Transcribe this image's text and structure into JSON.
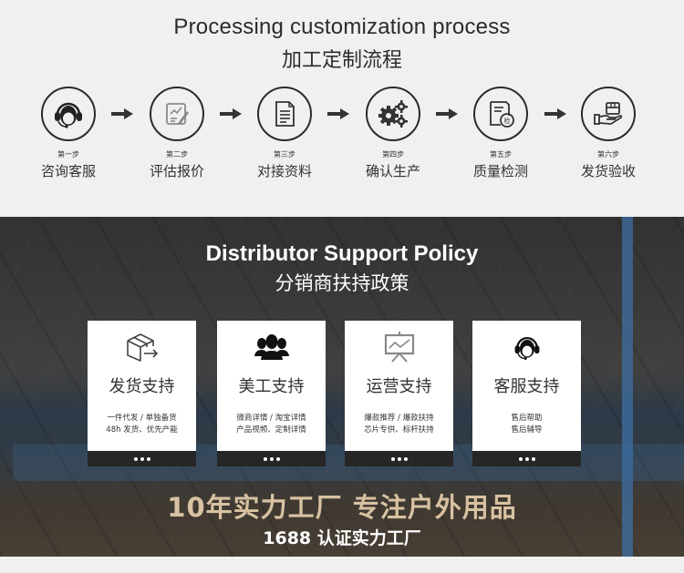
{
  "process": {
    "title_en": "Processing customization process",
    "title_zh": "加工定制流程",
    "steps": [
      {
        "step": "第一步",
        "label": "咨询客服",
        "icon": "customer-service-headset-icon"
      },
      {
        "step": "第二步",
        "label": "评估报价",
        "icon": "evaluate-quote-icon"
      },
      {
        "step": "第三步",
        "label": "对接资料",
        "icon": "document-icon"
      },
      {
        "step": "第四步",
        "label": "确认生产",
        "icon": "gears-icon"
      },
      {
        "step": "第五步",
        "label": "质量检测",
        "icon": "quality-inspection-icon"
      },
      {
        "step": "第六步",
        "label": "发货验收",
        "icon": "hand-package-icon"
      }
    ],
    "arrow_icon": "arrow-right-icon"
  },
  "policy": {
    "title_en": "Distributor Support Policy",
    "title_zh": "分销商扶持政策",
    "cards": [
      {
        "title": "发货支持",
        "line1": "一件代发 / 单独备货",
        "line2": "48h 发货、优先产能",
        "icon": "box-shipping-icon"
      },
      {
        "title": "美工支持",
        "line1": "微商详情 / 淘宝详情",
        "line2": "产品视频、定制详情",
        "icon": "team-people-icon"
      },
      {
        "title": "运营支持",
        "line1": "爆款推荐 / 爆款扶持",
        "line2": "芯片专供、标杆扶持",
        "icon": "presentation-chart-icon"
      },
      {
        "title": "客服支持",
        "line1": "售后帮助",
        "line2": "售后辅导",
        "icon": "customer-service-headset-icon"
      }
    ]
  },
  "slogan": {
    "main": "10年实力工厂  专注户外用品",
    "sub": "1688 认证实力工厂"
  },
  "colors": {
    "background": "#f0f0f0",
    "text_dark": "#2b2b2b",
    "slogan_gold": "#d8c2a2",
    "card_footer": "#262626"
  }
}
